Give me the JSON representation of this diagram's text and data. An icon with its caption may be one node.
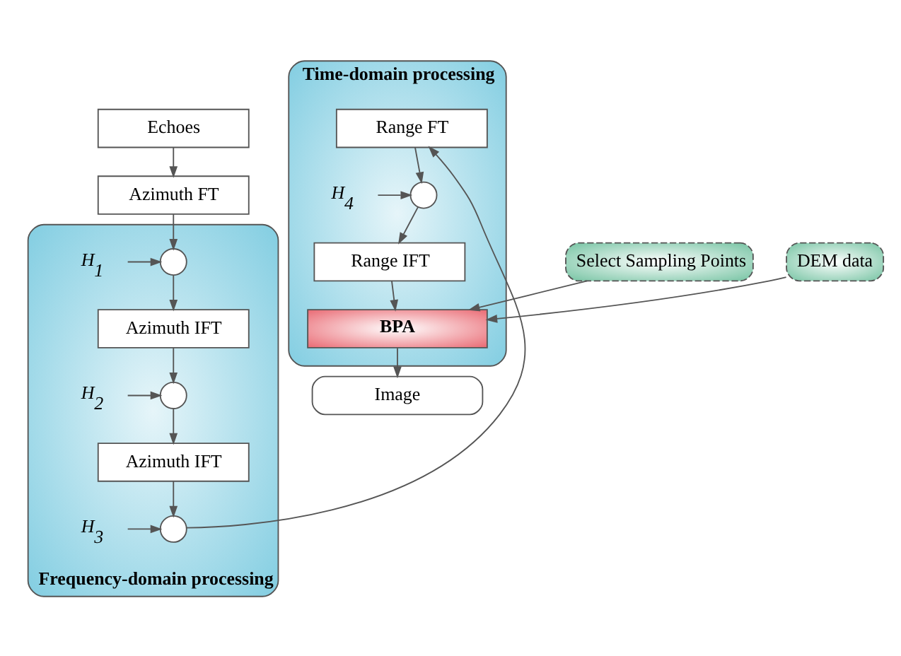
{
  "diagram": {
    "nodes": [
      {
        "text": [
          "Echoes"
        ]
      },
      {
        "text": [
          "Azimuth FT"
        ]
      },
      {
        "text": [
          "Frequency-domain processing"
        ]
      },
      {
        "text": [],
        "shape": "circle",
        "in": 2
      },
      {
        "text": [
          "H$_{1}$"
        ],
        "in": 2
      },
      {
        "text": [
          "Azimuth IFT"
        ],
        "in": 2
      },
      {
        "text": [],
        "shape": "circle",
        "in": 2
      },
      {
        "text": [
          "H$_{2}$"
        ],
        "in": 2
      },
      {
        "text": [
          "Azimuth IFT"
        ],
        "in": 2
      },
      {
        "text": [],
        "shape": "circle",
        "in": 2
      },
      {
        "text": [
          "H$_{3}$"
        ],
        "in": 2
      },
      {
        "text": [
          "Time-domain processing"
        ]
      },
      {
        "text": [
          "Range FT"
        ],
        "in": 11
      },
      {
        "text": [],
        "shape": "circle",
        "in": 11
      },
      {
        "text": [
          "H$_{4}$"
        ],
        "in": 11
      },
      {
        "text": [
          "Range IFT"
        ],
        "in": 11
      },
      {
        "text": [
          "BPA"
        ],
        "in": 11
      },
      {
        "text": [
          "Select Sampling Points"
        ]
      },
      {
        "text": [
          "DEM data"
        ]
      },
      {
        "text": [
          "Image"
        ]
      }
    ],
    "edges": [
      {
        "from": 0,
        "to": 1,
        "arrow": "to"
      },
      {
        "from": 1,
        "to": 3,
        "arrow": "to"
      },
      {
        "from": 4,
        "to": 3,
        "arrow": "to"
      },
      {
        "from": 3,
        "to": 5,
        "arrow": "to"
      },
      {
        "from": 5,
        "to": 6,
        "arrow": "to"
      },
      {
        "from": 7,
        "to": 6,
        "arrow": "to"
      },
      {
        "from": 6,
        "to": 8,
        "arrow": "to"
      },
      {
        "from": 8,
        "to": 9,
        "arrow": "to"
      },
      {
        "from": 10,
        "to": 9,
        "arrow": "to"
      },
      {
        "from": 9,
        "to": 12,
        "arrow": "to"
      },
      {
        "from": 12,
        "to": 13,
        "arrow": "to"
      },
      {
        "from": 14,
        "to": 13,
        "arrow": "to"
      },
      {
        "from": 13,
        "to": 15,
        "arrow": "to"
      },
      {
        "from": 15,
        "to": 16,
        "arrow": "to"
      },
      {
        "from": 17,
        "to": 16,
        "arrow": "to"
      },
      {
        "from": 18,
        "to": 16,
        "arrow": "to"
      },
      {
        "from": 16,
        "to": 19,
        "arrow": "to"
      }
    ]
  }
}
